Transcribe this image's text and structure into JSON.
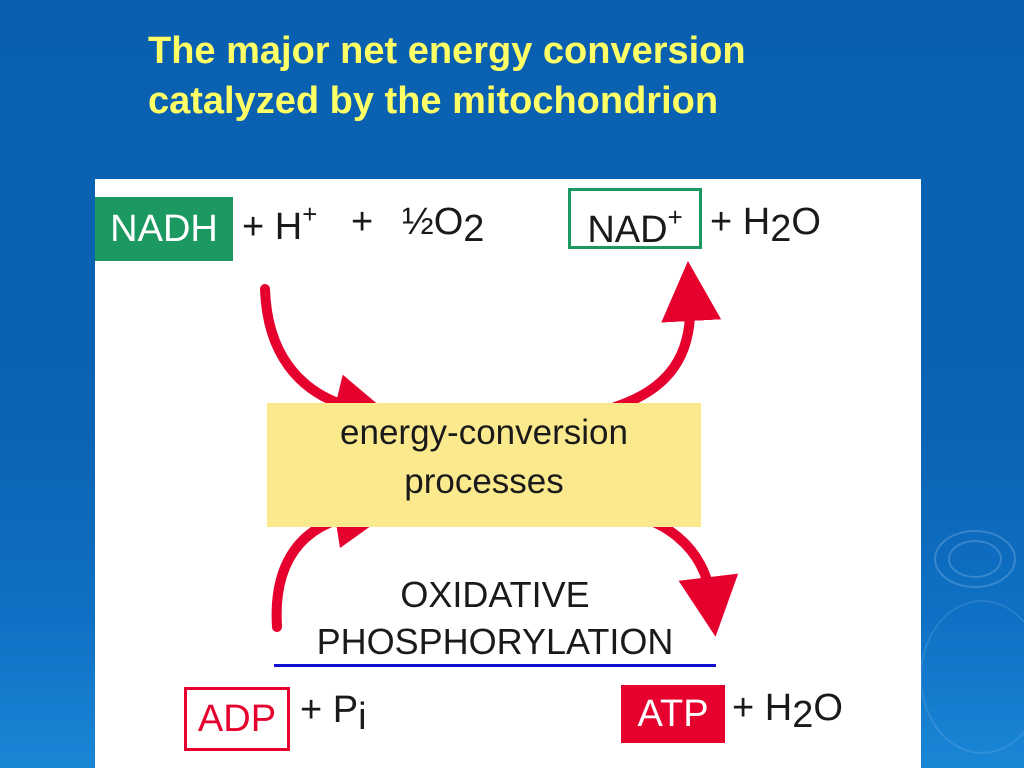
{
  "slide": {
    "title_line1": "The major net energy conversion",
    "title_line2": "catalyzed by the mitochondrion"
  },
  "diagram": {
    "top_left": {
      "box": "NADH",
      "plus_h": "+ H",
      "h_charge": "+",
      "plus_half": "+",
      "half_o2": "½O",
      "o2_subscript": "2"
    },
    "top_right": {
      "box": "NAD",
      "box_charge": "+",
      "plus_h2o": "+ H",
      "h2o_subscript": "2",
      "h2o_o": "O"
    },
    "center": {
      "line1": "energy-conversion",
      "line2": "processes"
    },
    "process": {
      "line1": "OXIDATIVE",
      "line2": "PHOSPHORYLATION"
    },
    "bottom_left": {
      "box": "ADP",
      "plus_pi": "+ P",
      "pi_subscript": "i"
    },
    "bottom_right": {
      "box": "ATP",
      "plus_h2o": "+ H",
      "h2o_subscript": "2",
      "h2o_o": "O"
    }
  },
  "colors": {
    "title": "#ffff66",
    "background": "#0b63b4",
    "green": "#1b9960",
    "red": "#e5002e",
    "yellow_box": "#fbe98e",
    "underline": "#1010d0"
  }
}
